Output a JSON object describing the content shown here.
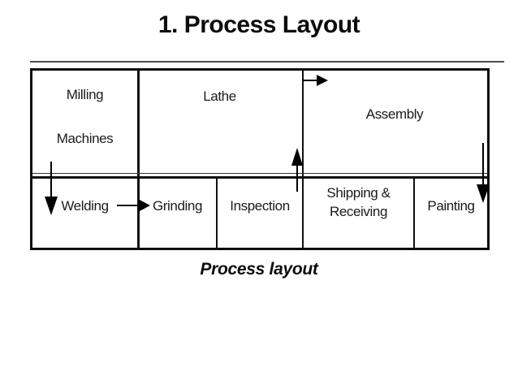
{
  "slide": {
    "title": "1. Process Layout",
    "caption": "Process layout"
  },
  "colors": {
    "ink": "#000000",
    "background": "#ffffff"
  },
  "diagram": {
    "type": "process-layout-floor-plan",
    "departments": {
      "milling": {
        "label": "Milling Machines",
        "line1": "Milling",
        "line2": "Machines",
        "row": "top"
      },
      "lathe": {
        "label": "Lathe",
        "row": "top"
      },
      "assembly": {
        "label": "Assembly",
        "row": "top"
      },
      "welding": {
        "label": "Welding",
        "row": "bottom"
      },
      "grinding": {
        "label": "Grinding",
        "row": "bottom"
      },
      "inspection": {
        "label": "Inspection",
        "row": "bottom"
      },
      "shipping": {
        "label": "Shipping & Receiving",
        "line1": "Shipping &",
        "line2": "Receiving",
        "row": "bottom"
      },
      "painting": {
        "label": "Painting",
        "row": "bottom"
      }
    },
    "flow_arrows": [
      {
        "from": "Milling Machines",
        "to": "Welding",
        "direction": "down"
      },
      {
        "from": "Welding",
        "to": "Grinding",
        "direction": "right"
      },
      {
        "from": "Inspection",
        "to": "Lathe",
        "direction": "up"
      },
      {
        "from": "Lathe",
        "to": "Assembly",
        "direction": "right"
      },
      {
        "from": "Assembly",
        "to": "Painting",
        "direction": "down"
      }
    ]
  }
}
